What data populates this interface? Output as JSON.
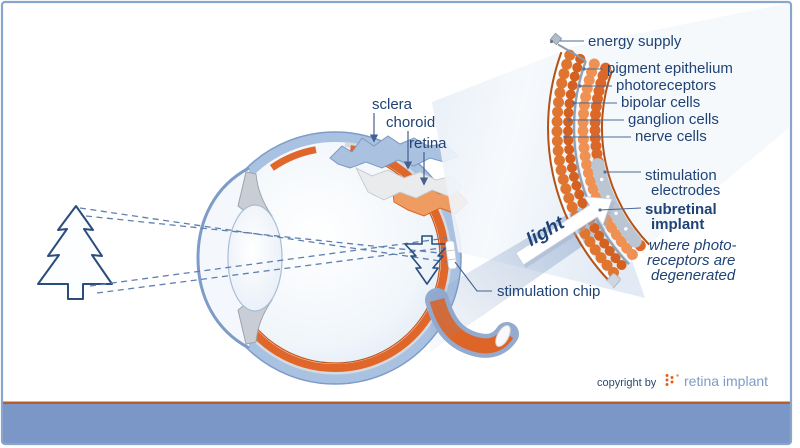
{
  "diagram": {
    "eye": {
      "sclera": "sclera",
      "choroid": "choroid",
      "retina": "retina",
      "stimulation_chip": "stimulation chip"
    },
    "layers": {
      "energy_supply": "energy supply",
      "pigment_epithelium": "pigment epithelium",
      "photoreceptors": "photoreceptors",
      "bipolar_cells": "bipolar cells",
      "ganglion_cells": "ganglion cells",
      "nerve_cells": "nerve cells"
    },
    "implant": {
      "electrodes_line1": "stimulation",
      "electrodes_line2": "electrodes",
      "name_line1": "subretinal",
      "name_line2": "implant",
      "note_line1": "where photo-",
      "note_line2": "receptors are",
      "note_line3": "degenerated"
    },
    "light": "light"
  },
  "footer": {
    "copyright": "copyright by",
    "brand": "retina implant"
  },
  "colors": {
    "accent_orange": "#de6425",
    "sclera_blue": "#a9c0e0",
    "navy_text": "#1f4375",
    "brand_blue": "#7d9cc6",
    "footer_bar": "#7b97c8",
    "footer_rule": "#b85c2c"
  }
}
